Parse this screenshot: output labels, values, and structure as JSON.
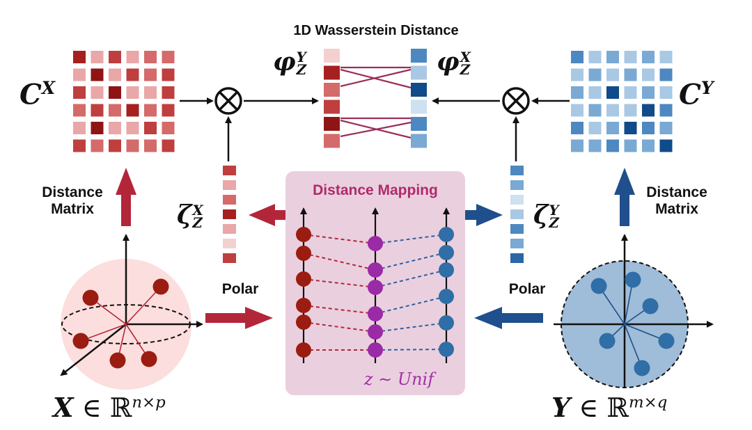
{
  "title": "1D Wasserstein Distance",
  "labels": {
    "cx": "C",
    "cx_sup": "X",
    "cy": "C",
    "cy_sup": "Y",
    "phi_left": "φ",
    "phi_left_sup": "Y",
    "phi_left_sub": "Z",
    "phi_right": "φ",
    "phi_right_sup": "X",
    "phi_right_sub": "Z",
    "zeta_left": "ζ",
    "zeta_left_sup": "X",
    "zeta_left_sub": "Z",
    "zeta_right": "ζ",
    "zeta_right_sup": "Y",
    "zeta_right_sub": "Z",
    "distance_matrix_left": [
      "Distance",
      "Matrix"
    ],
    "distance_matrix_right": [
      "Distance",
      "Matrix"
    ],
    "polar_left": "Polar",
    "polar_right": "Polar",
    "distance_mapping": "Distance Mapping",
    "unif": "z ∼ Unif",
    "x_space_var": "X",
    "x_space_rel": " ∈ ℝ",
    "x_space_sup": "n×p",
    "y_space_var": "Y",
    "y_space_rel": " ∈ ℝ",
    "y_space_sup": "m×q",
    "otimes": "⊗"
  },
  "colors": {
    "red": "#b3263a",
    "red_dark": "#8e1a13",
    "red_light": "#f7d7d7",
    "blue": "#1f4f8c",
    "blue_mid": "#2f6ea6",
    "blue_light": "#a9c4de",
    "purple": "#9b2aa6",
    "panel": "#ead0df"
  }
}
